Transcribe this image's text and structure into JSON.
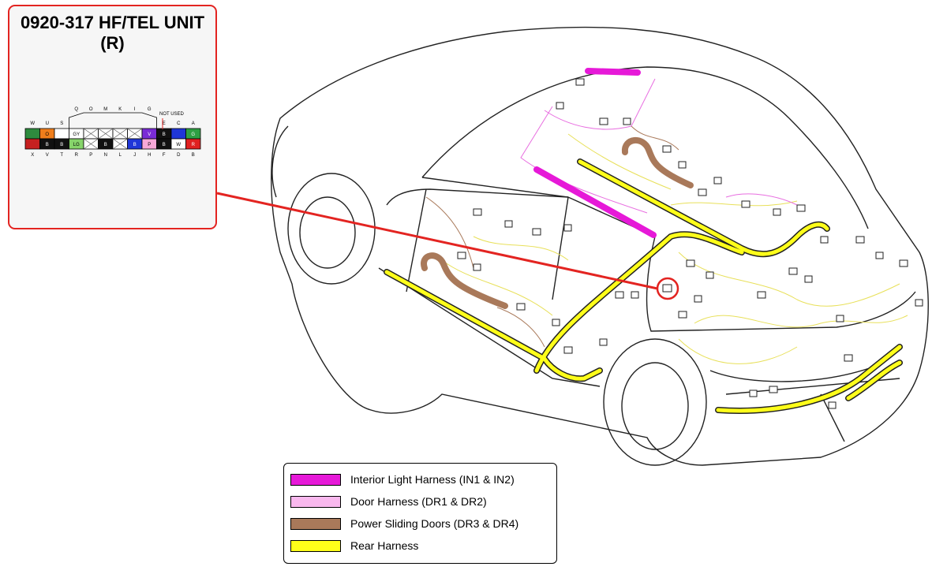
{
  "connector": {
    "title_line1": "0920-317 HF/TEL UNIT",
    "title_line2": "(R)",
    "not_used_label": "NOT USED",
    "top_pin_letters": [
      "W",
      "U",
      "S",
      "Q",
      "O",
      "M",
      "K",
      "I",
      "G",
      "E",
      "C",
      "A"
    ],
    "bottom_pin_letters": [
      "X",
      "V",
      "T",
      "R",
      "P",
      "N",
      "L",
      "J",
      "H",
      "F",
      "D",
      "B"
    ],
    "row1_cells": [
      "",
      "O",
      "",
      "GY",
      "",
      "",
      "",
      "",
      "V",
      "B",
      "",
      "G"
    ],
    "row2_cells": [
      "",
      "B",
      "B",
      "LG",
      "",
      "B",
      "",
      "B",
      "P",
      "B",
      "W",
      "R"
    ],
    "row1_colors": [
      "#2e8b3e",
      "#f07e1b",
      "#ffffff",
      "#ffffff",
      "#ffffff",
      "#ffffff",
      "#ffffff",
      "#ffffff",
      "#7a2bd6",
      "#111111",
      "#1f36d8",
      "#2ea043"
    ],
    "row2_colors": [
      "#c62020",
      "#111111",
      "#111111",
      "#86d46a",
      "#ffffff",
      "#111111",
      "#ffffff",
      "#1f36d8",
      "#f7a8d8",
      "#111111",
      "#ffffff",
      "#e02020"
    ]
  },
  "legend": {
    "items": [
      {
        "label": "Interior Light Harness (IN1 & IN2)",
        "color": "#e619d8"
      },
      {
        "label": "Door Harness (DR1 & DR2)",
        "color": "#f9b8ee"
      },
      {
        "label": "Power Sliding Doors (DR3 & DR4)",
        "color": "#a9795a"
      },
      {
        "label": "Rear Harness",
        "color": "#ffff1a"
      }
    ]
  }
}
